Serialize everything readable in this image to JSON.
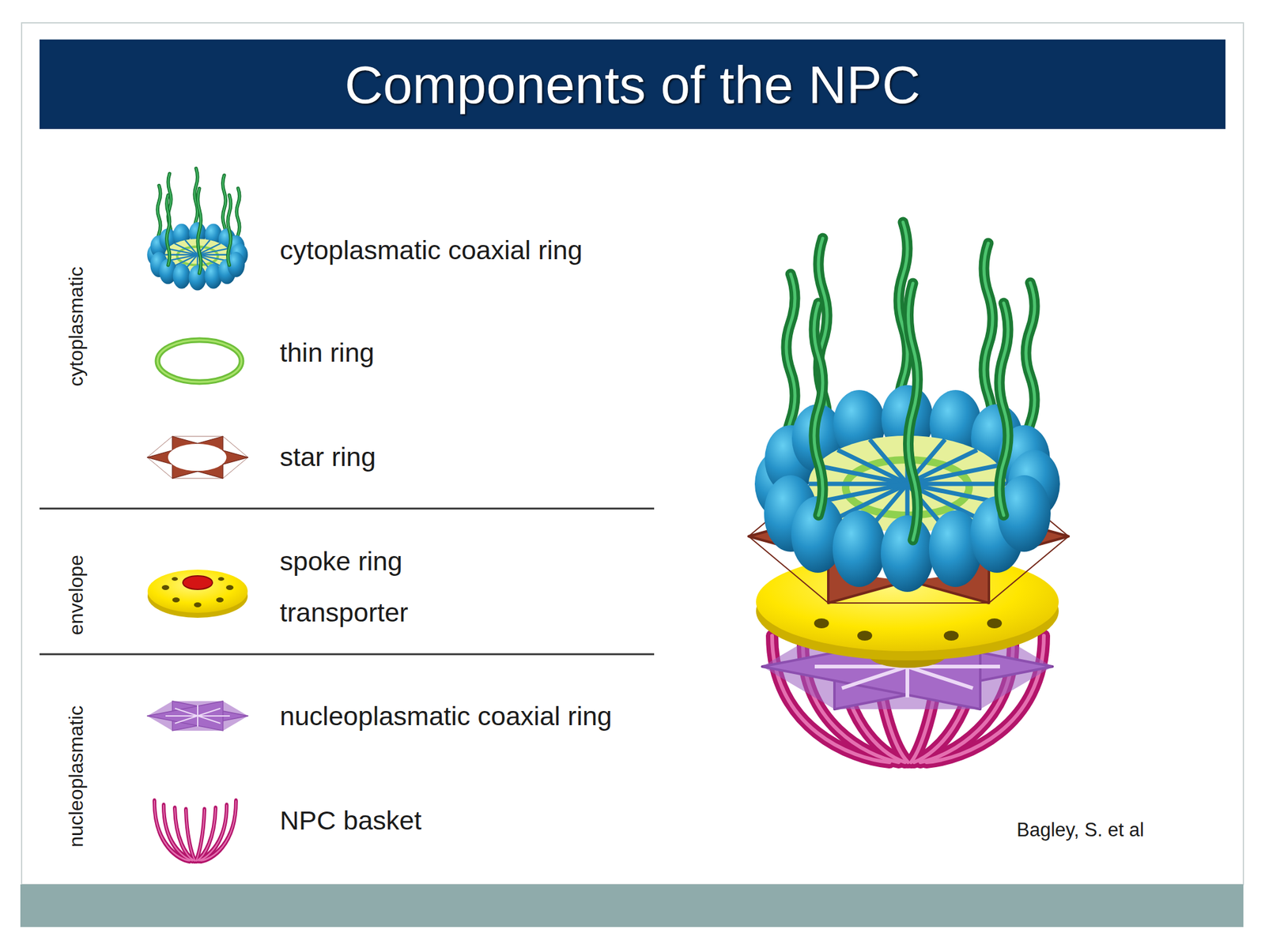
{
  "diagram": {
    "title": "Components of the NPC",
    "labels": [
      "cytoplasmatic",
      "cytoplasmatic coaxial ring",
      "thin ring",
      "star ring",
      "envelope",
      "spoke ring",
      "transporter",
      "nucleoplasmatic",
      "nucleoplasmatic coaxial ring",
      "NPC basket",
      "Bagley, S. et al"
    ]
  }
}
